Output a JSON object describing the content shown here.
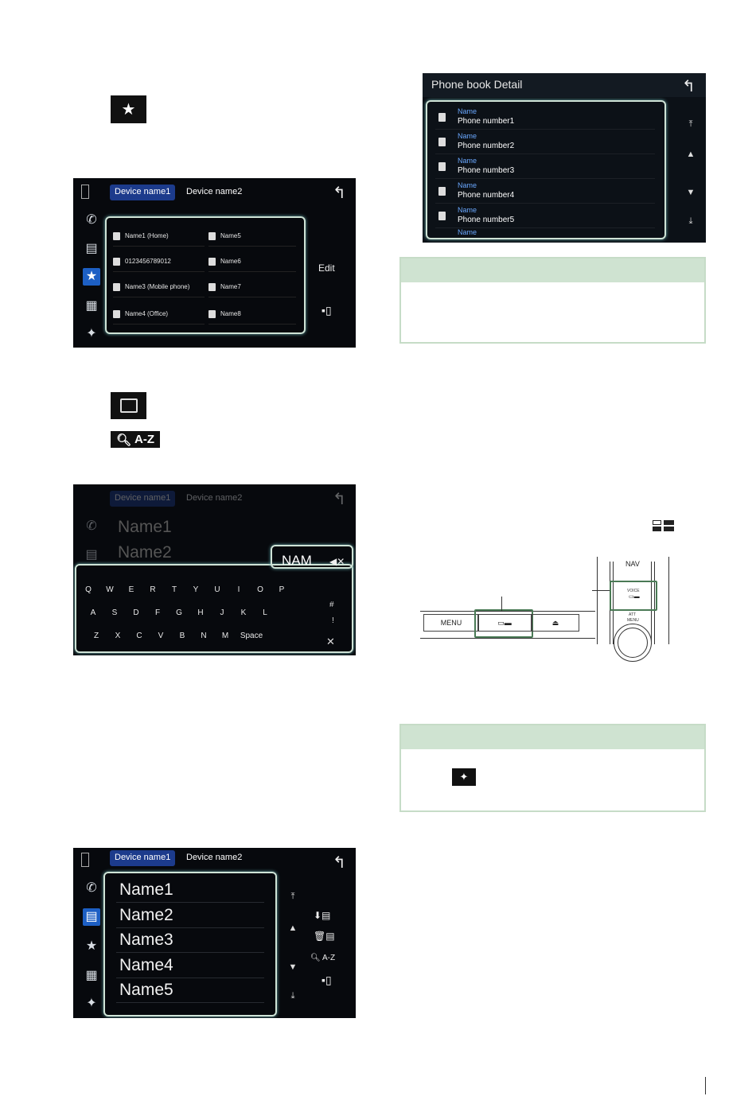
{
  "left_icons": {
    "star": "star-icon",
    "phonebook": "phonebook-icon",
    "search_az": {
      "icon": "search-icon",
      "label": "A-Z"
    }
  },
  "screen_favorites": {
    "tabs": [
      "Device name1",
      "Device name2"
    ],
    "edit_label": "Edit",
    "cells": [
      "Name1 (Home)",
      "Name5",
      "0123456789012",
      "Name6",
      "Name3 (Mobile phone)",
      "Name7",
      "Name4 (Office)",
      "Name8"
    ]
  },
  "screen_keyboard": {
    "tabs": [
      "Device name1",
      "Device name2"
    ],
    "bg_names": [
      "Name1",
      "Name2"
    ],
    "input": "NAM",
    "rows": [
      [
        "Q",
        "W",
        "E",
        "R",
        "T",
        "Y",
        "U",
        "I",
        "O",
        "P"
      ],
      [
        "A",
        "S",
        "D",
        "F",
        "G",
        "H",
        "J",
        "K",
        "L"
      ],
      [
        "Z",
        "X",
        "C",
        "V",
        "B",
        "N",
        "M",
        "Space"
      ]
    ]
  },
  "screen_names": {
    "tabs": [
      "Device name1",
      "Device name2"
    ],
    "names": [
      "Name1",
      "Name2",
      "Name3",
      "Name4",
      "Name5"
    ],
    "search_label": "A-Z"
  },
  "screen_detail": {
    "title": "Phone book Detail",
    "entries": [
      {
        "name": "Name",
        "number": "Phone number1"
      },
      {
        "name": "Name",
        "number": "Phone number2"
      },
      {
        "name": "Name",
        "number": "Phone number3"
      },
      {
        "name": "Name",
        "number": "Phone number4"
      },
      {
        "name": "Name",
        "number": "Phone number5"
      }
    ],
    "partial_row": "Name"
  },
  "hardware": {
    "menu_label": "MENU",
    "nav_label": "NAV",
    "voice_label": "VOICE",
    "att_label": "ATT",
    "menu2_label": "MENU"
  },
  "colors": {
    "note_header": "#cfe3d1",
    "active_tab": "#1c3b8c",
    "highlight": "#4a7a55"
  }
}
